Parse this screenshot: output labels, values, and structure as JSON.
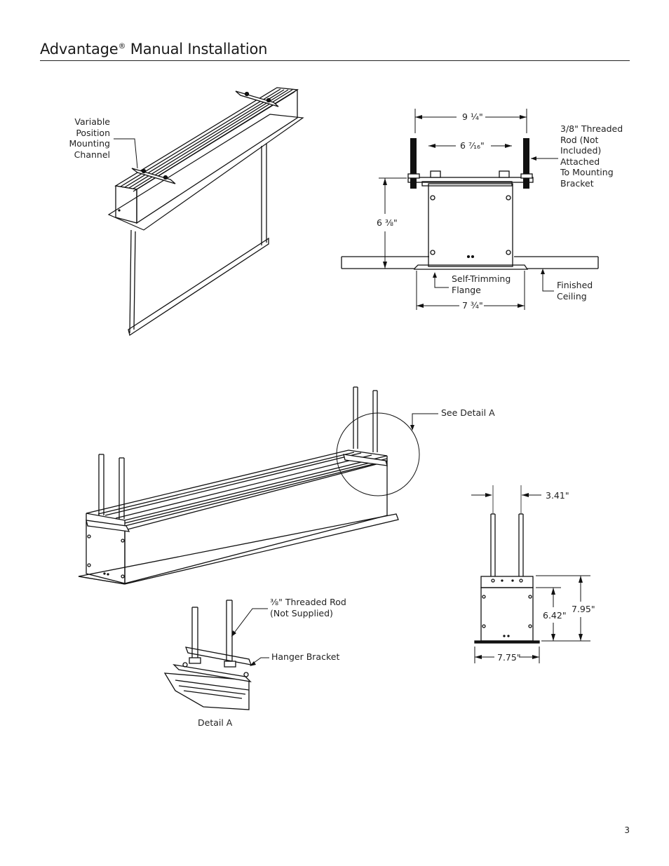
{
  "header": {
    "title": "Advantage",
    "title_mark": "®",
    "title_rest": " Manual Installation"
  },
  "figure_top_left": {
    "channel_label": [
      "Variable",
      "Position",
      "Mounting",
      "Channel"
    ]
  },
  "figure_top_right": {
    "dim_width_outer": "9 ¼\"",
    "dim_width_inner": "6 ⁷⁄₁₆\"",
    "dim_height": "6 ⅜\"",
    "dim_flange": "7 ¾\"",
    "rod_label": [
      "3/8\" Threaded",
      "Rod (Not",
      "Included)",
      "Attached",
      "To Mounting",
      "Bracket"
    ],
    "flange_label": [
      "Self-Trimming",
      "Flange"
    ],
    "ceiling_label": [
      "Finished",
      "Ceiling"
    ]
  },
  "figure_bottom": {
    "see_detail": "See Detail A",
    "rod_label": [
      "⅜\" Threaded Rod",
      "(Not Supplied)"
    ],
    "hanger_label": "Hanger Bracket",
    "detail_caption": "Detail A"
  },
  "figure_bottom_right": {
    "dim_rod_spacing": "3.41\"",
    "dim_body_height": "6.42\"",
    "dim_total_height": "7.95\"",
    "dim_width": "7.75\""
  },
  "footer": {
    "page_number": "3"
  }
}
